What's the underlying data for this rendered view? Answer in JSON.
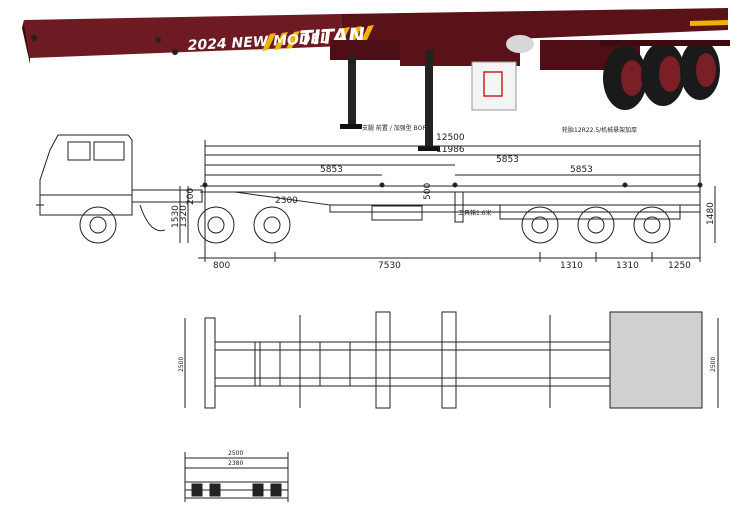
{
  "photo": {
    "model_text": "2024 NEW MODEL",
    "brand_text": "TITAN",
    "body_color": "#6e1a22",
    "stripe_color": "#f0b400"
  },
  "side_view": {
    "overall_length": "12500",
    "twistlock_span": "11986",
    "span_front": "5853",
    "span_mid": "5853",
    "span_rear": "5853",
    "front_height_a": "200",
    "front_height_b": "1530",
    "front_height_c": "1320",
    "coupling_offset": "2300",
    "gooseneck_height": "500",
    "rear_height": "1480",
    "front_overhang": "800",
    "kingpin_to_axle": "7530",
    "axle_spacing_1": "1310",
    "axle_spacing_2": "1310",
    "rear_overhang": "1250",
    "note_support": "支腿 前置 / 加强型 BOF",
    "note_toolbox": "工具箱1.6米",
    "note_axle": "轮胎12R22.5/机械悬架加厚"
  },
  "top_view": {
    "width_label_left": "2500",
    "width_label_right": "2500"
  },
  "rear_view": {
    "width_outer": "2500",
    "width_inner": "2380"
  }
}
